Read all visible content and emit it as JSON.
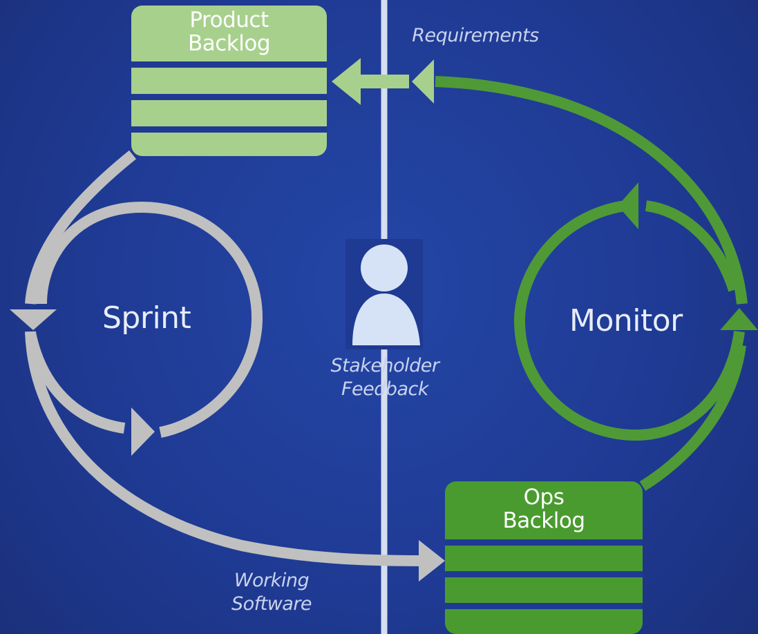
{
  "product_backlog": {
    "title_line1": "Product",
    "title_line2": "Backlog"
  },
  "ops_backlog": {
    "title_line1": "Ops",
    "title_line2": "Backlog"
  },
  "labels": {
    "sprint": "Sprint",
    "monitor": "Monitor",
    "requirements": "Requirements",
    "stakeholder_line1": "Stakeholder",
    "stakeholder_line2": "Feedback",
    "working_line1": "Working",
    "working_line2": "Software"
  },
  "colors": {
    "background": "#1f3a93",
    "product_backlog": "#a8d08d",
    "ops_backlog": "#4a9b2f",
    "sprint_cycle": "#c0c0c0",
    "monitor_cycle": "#4f9a36",
    "requirements_arrow": "#a8d08d",
    "divider": "#d6def0",
    "stakeholder_icon": "#d6e3f7"
  },
  "icons": [
    "person-icon"
  ]
}
